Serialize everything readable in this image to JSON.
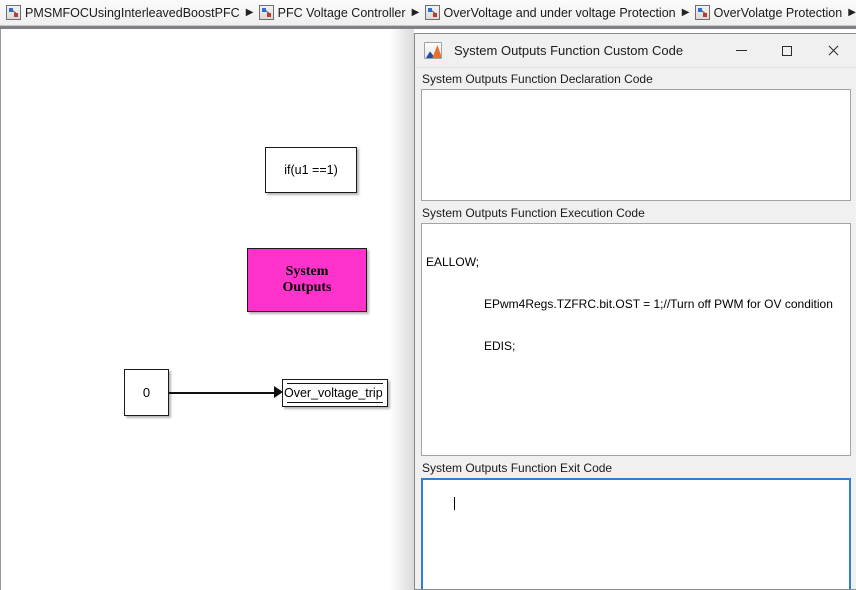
{
  "breadcrumb": {
    "items": [
      {
        "label": "PMSMFOCUsingInterleavedBoostPFC",
        "icon": "simulink-model-icon",
        "arrow": "▶"
      },
      {
        "label": "PFC Voltage Controller",
        "icon": "simulink-model-icon",
        "arrow": "▶"
      },
      {
        "label": "OverVoltage and under voltage Protection",
        "icon": "simulink-model-icon",
        "arrow": "▶"
      },
      {
        "label": "OverVolatge Protection",
        "icon": "simulink-model-icon",
        "arrow": "▶"
      }
    ]
  },
  "canvas": {
    "blocks": {
      "if_block": {
        "label": "if(u1 ==1)",
        "type": "if-action-condition"
      },
      "system_outputs": {
        "label_line1": "System",
        "label_line2": "Outputs",
        "color": "#FF33CC",
        "type": "custom-code-subsystem"
      },
      "constant": {
        "label": "0",
        "type": "constant-block"
      },
      "data_store_write": {
        "label": "Over_voltage_trip",
        "type": "data-store-write"
      }
    }
  },
  "dialog": {
    "title": "System Outputs Function Custom Code",
    "icon": "matlab-icon",
    "window_buttons": {
      "minimize": "minimize-icon",
      "maximize": "maximize-icon",
      "close": "close-icon"
    },
    "fields": [
      {
        "label": "System Outputs Function Declaration Code",
        "value": "",
        "focused": false
      },
      {
        "label": "System Outputs Function Execution Code",
        "value": "EALLOW;",
        "value_indented_line1": "EPwm4Regs.TZFRC.bit.OST = 1;//Turn off PWM for OV condition",
        "value_indented_line2": "EDIS;",
        "focused": false
      },
      {
        "label": "System Outputs Function Exit Code",
        "value": "",
        "focused": true
      }
    ]
  },
  "colors": {
    "magenta_block": "#FF33CC",
    "focus_border": "#2b7fd4",
    "dialog_bg": "#f0f0f0",
    "breadcrumb_separator": "#7f8187"
  }
}
